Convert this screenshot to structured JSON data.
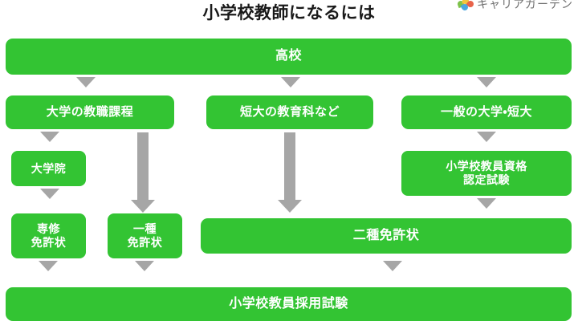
{
  "header": {
    "title": "小学校教師になるには",
    "brand": {
      "text": "キャリアガーデン",
      "mark_icon": "leaf-cluster-icon"
    }
  },
  "diagram": {
    "type": "flowchart",
    "accent_color": "#33c433",
    "arrow_color": "#a6a6a6",
    "title_color": "#1a1a1a",
    "nodes": [
      {
        "id": "highschool",
        "label": "高校"
      },
      {
        "id": "univ-teaching",
        "label": "大学の教職課程"
      },
      {
        "id": "junior-college-ed",
        "label": "短大の教育科など"
      },
      {
        "id": "general-univ",
        "label": "一般の大学・短大"
      },
      {
        "id": "grad-school",
        "label": "大学院"
      },
      {
        "id": "cert-exam",
        "label": "小学校教員資格\n認定試験"
      },
      {
        "id": "license-senshu",
        "label": "専修\n免許状"
      },
      {
        "id": "license-isshu",
        "label": "一種\n免許状"
      },
      {
        "id": "license-nishu",
        "label": "二種免許状"
      },
      {
        "id": "hiring-exam",
        "label": "小学校教員採用試験"
      }
    ],
    "edges": [
      {
        "from": "highschool",
        "to": "univ-teaching"
      },
      {
        "from": "highschool",
        "to": "junior-college-ed"
      },
      {
        "from": "highschool",
        "to": "general-univ"
      },
      {
        "from": "univ-teaching",
        "to": "grad-school"
      },
      {
        "from": "univ-teaching",
        "to": "license-isshu"
      },
      {
        "from": "junior-college-ed",
        "to": "license-nishu"
      },
      {
        "from": "general-univ",
        "to": "cert-exam"
      },
      {
        "from": "grad-school",
        "to": "license-senshu"
      },
      {
        "from": "cert-exam",
        "to": "license-nishu"
      },
      {
        "from": "license-senshu",
        "to": "hiring-exam"
      },
      {
        "from": "license-isshu",
        "to": "hiring-exam"
      },
      {
        "from": "license-nishu",
        "to": "hiring-exam"
      }
    ]
  }
}
